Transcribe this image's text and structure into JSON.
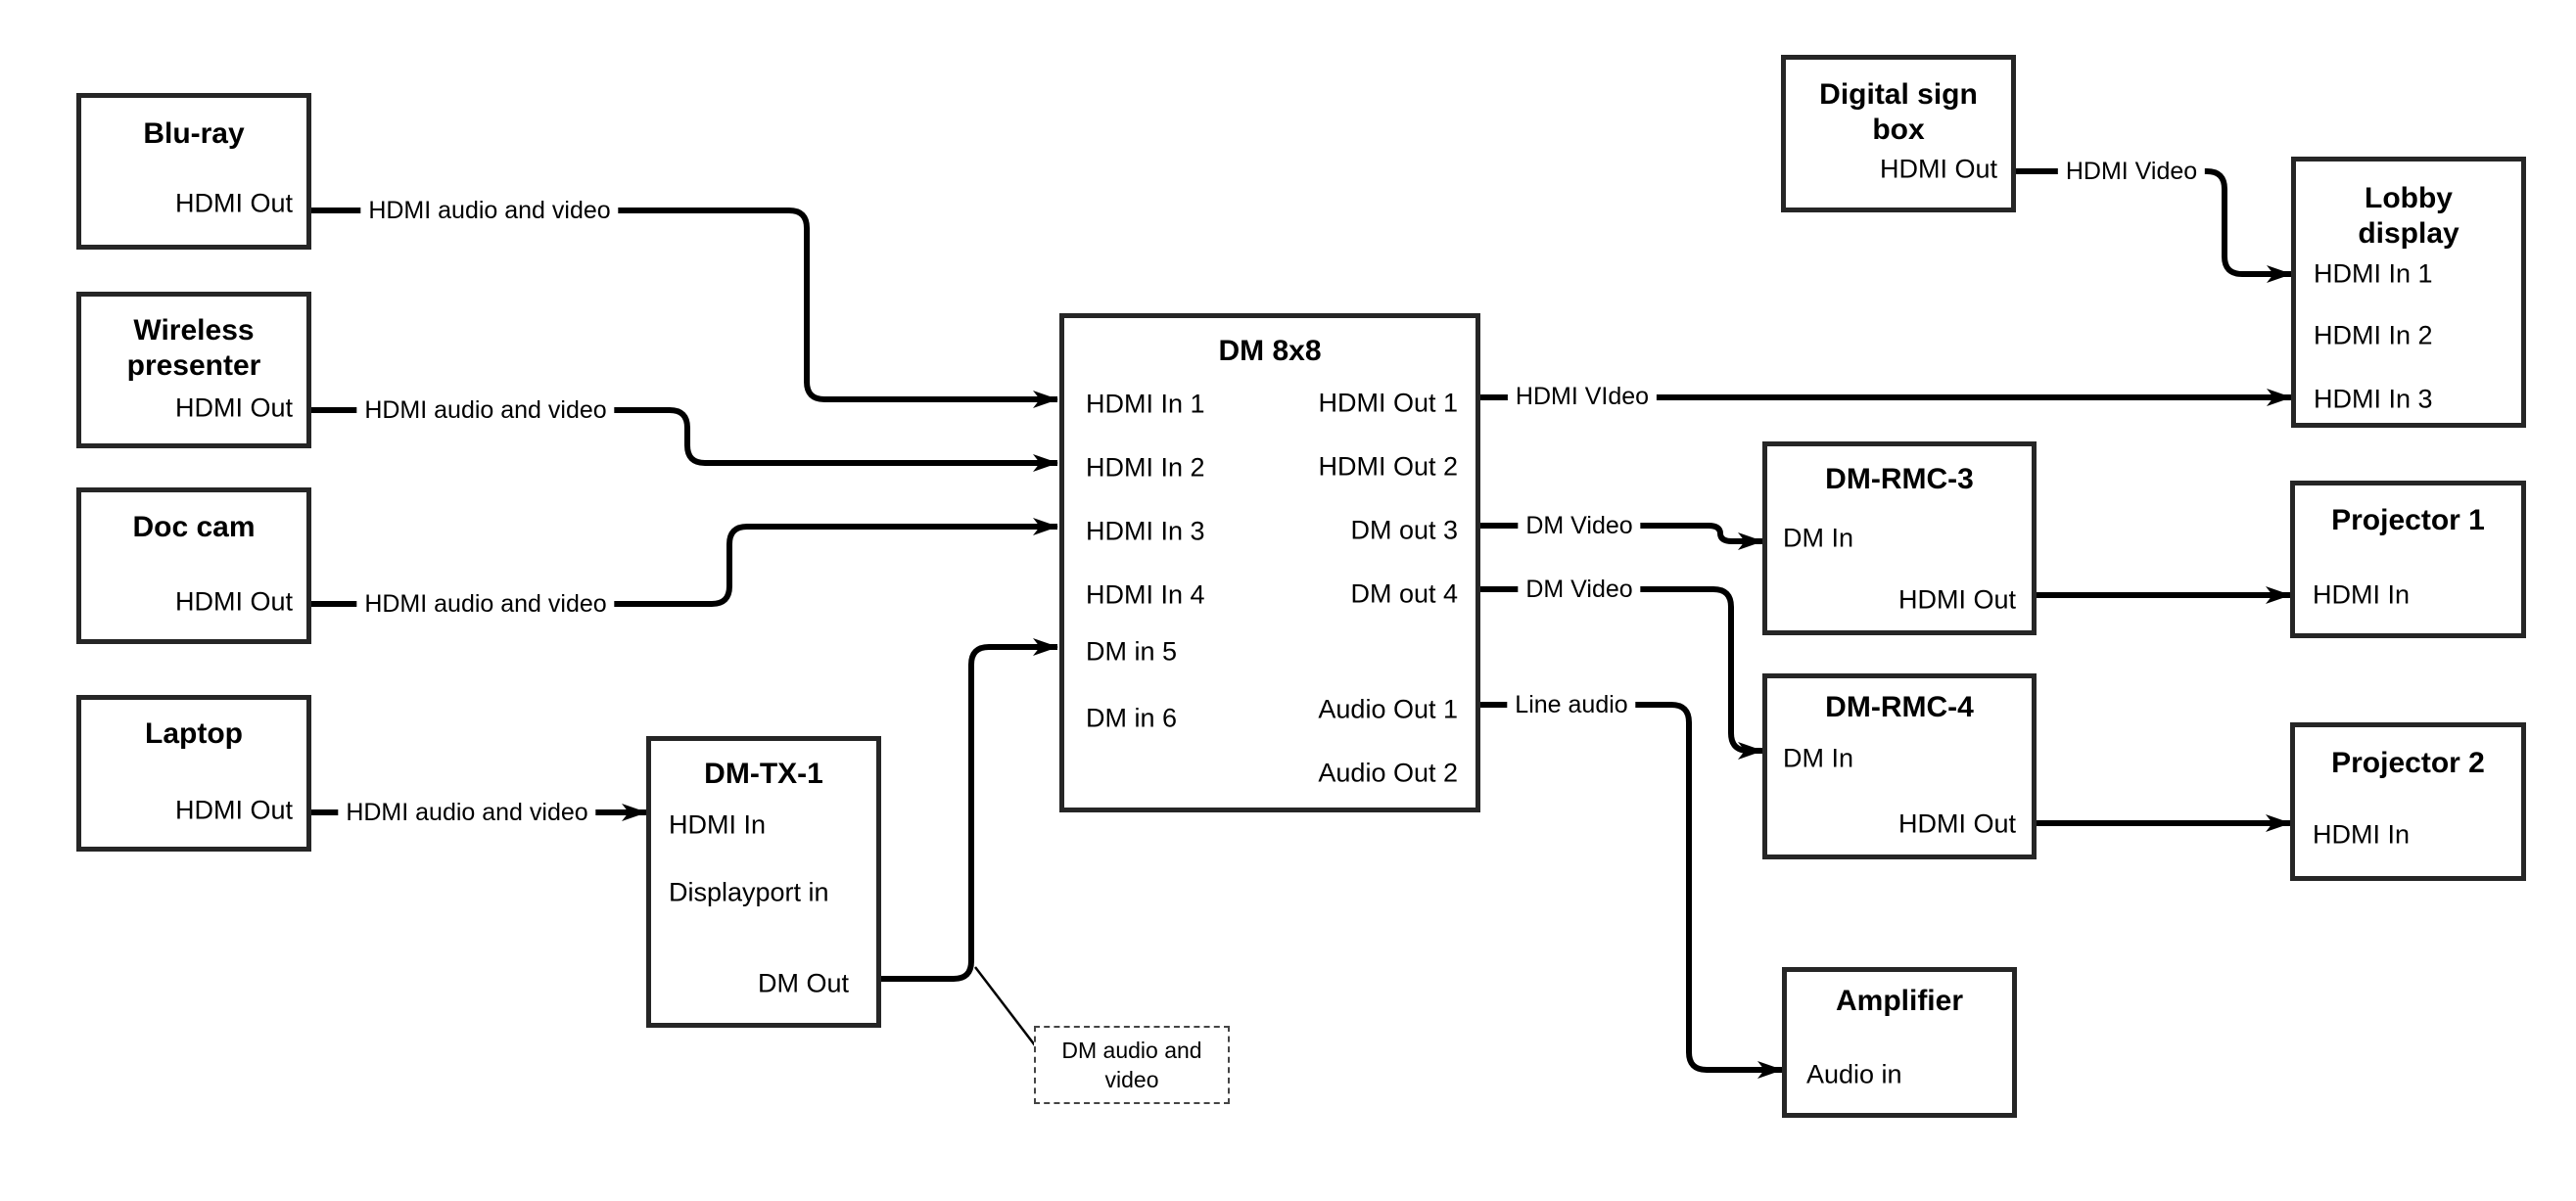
{
  "canvas": {
    "background": "#ffffff",
    "box_border_color": "#262626",
    "connector_color": "#000000",
    "text_color": "#000000"
  },
  "nodes": {
    "bluray": {
      "title": "Blu-ray",
      "port_hdmi_out": "HDMI Out"
    },
    "wireless": {
      "title_line1": "Wireless",
      "title_line2": "presenter",
      "port_hdmi_out": "HDMI Out"
    },
    "doccam": {
      "title": "Doc cam",
      "port_hdmi_out": "HDMI Out"
    },
    "laptop": {
      "title": "Laptop",
      "port_hdmi_out": "HDMI Out"
    },
    "dmtx1": {
      "title": "DM-TX-1",
      "port_hdmi_in": "HDMI In",
      "port_displayport_in": "Displayport in",
      "port_dm_out": "DM Out"
    },
    "dm8x8": {
      "title": "DM 8x8",
      "inputs": [
        {
          "label": "HDMI In 1"
        },
        {
          "label": "HDMI In 2"
        },
        {
          "label": "HDMI In 3"
        },
        {
          "label": "HDMI In 4"
        },
        {
          "label": "DM in 5"
        },
        {
          "label": "DM in 6"
        }
      ],
      "outputs": [
        {
          "label": "HDMI Out 1"
        },
        {
          "label": "HDMI Out 2"
        },
        {
          "label": "DM out 3"
        },
        {
          "label": "DM out 4"
        },
        {
          "label": "Audio Out 1"
        },
        {
          "label": "Audio Out 2"
        }
      ]
    },
    "digital_sign": {
      "title_line1": "Digital sign",
      "title_line2": "box",
      "port_hdmi_out": "HDMI Out"
    },
    "lobby": {
      "title_line1": "Lobby",
      "title_line2": "display",
      "ports": [
        {
          "label": "HDMI In 1"
        },
        {
          "label": "HDMI In 2"
        },
        {
          "label": "HDMI In 3"
        }
      ]
    },
    "dmrmc3": {
      "title": "DM-RMC-3",
      "port_dm_in": "DM In",
      "port_hdmi_out": "HDMI Out"
    },
    "dmrmc4": {
      "title": "DM-RMC-4",
      "port_dm_in": "DM In",
      "port_hdmi_out": "HDMI Out"
    },
    "amplifier": {
      "title": "Amplifier",
      "port_audio_in": "Audio in"
    },
    "proj1": {
      "title": "Projector 1",
      "port_hdmi_in": "HDMI In"
    },
    "proj2": {
      "title": "Projector 2",
      "port_hdmi_in": "HDMI In"
    }
  },
  "edge_labels": {
    "bluray_dm": "HDMI audio and video",
    "wireless_dm": "HDMI audio and video",
    "doccam_dm": "HDMI audio and video",
    "laptop_tx": "HDMI audio and video",
    "sign_lobby": "HDMI Video",
    "dm_lobby": "HDMI VIdeo",
    "dm_rmc3": "DM Video",
    "dm_rmc4": "DM Video",
    "dm_amp": "Line audio"
  },
  "note": {
    "text": "DM audio and video"
  }
}
